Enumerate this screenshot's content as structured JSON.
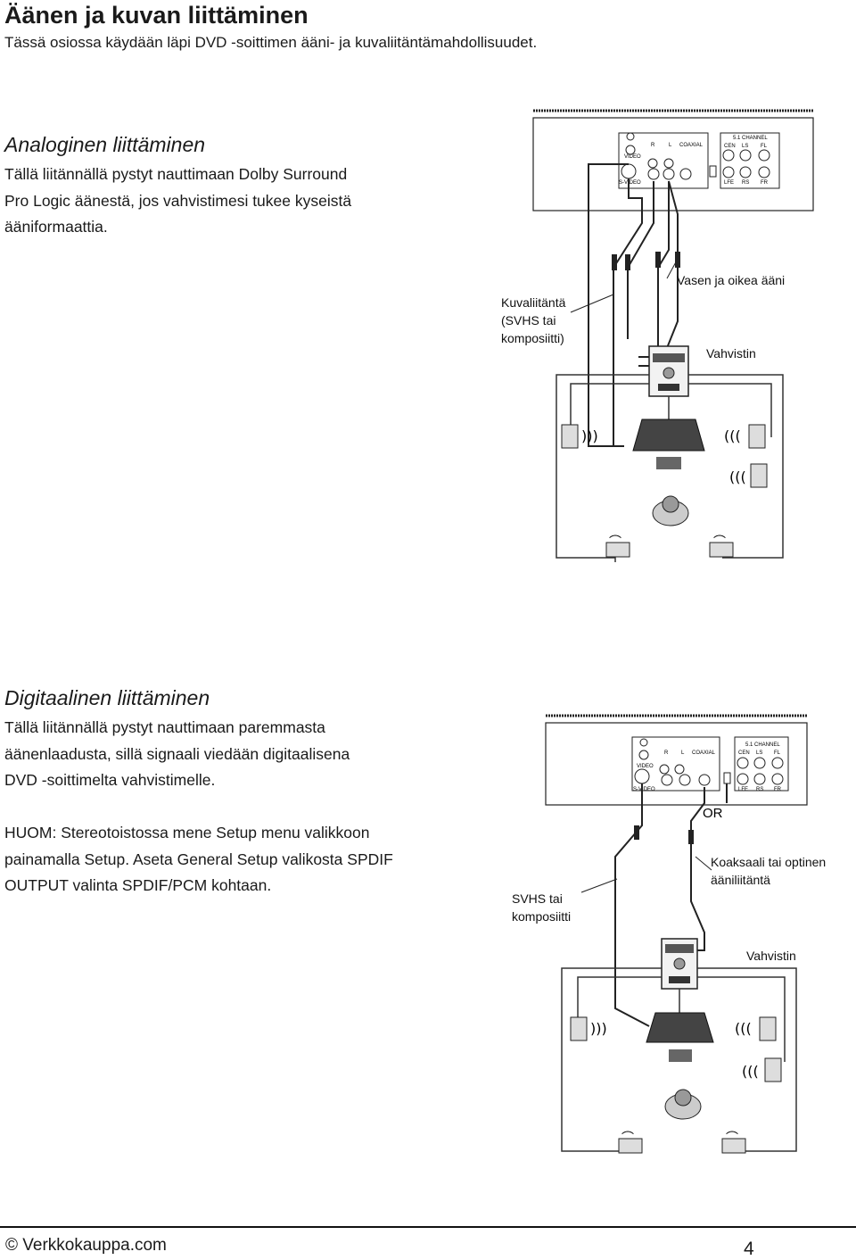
{
  "title": "Äänen ja kuvan liittäminen",
  "intro": "Tässä osiossa käydään läpi DVD -soittimen ääni- ja kuvaliitäntämahdollisuudet.",
  "analog": {
    "heading": "Analoginen liittäminen",
    "lines": [
      "Tällä liitännällä pystyt nauttimaan Dolby Surround",
      "Pro Logic äänestä, jos vahvistimesi tukee kyseistä",
      "ääniformaattia."
    ],
    "diagram": {
      "label_video": [
        "Kuvaliitäntä",
        "(SVHS tai",
        "komposiitti)"
      ],
      "label_audio": "Vasen ja oikea ääni",
      "label_amp": "Vahvistin",
      "panel": {
        "video": "VIDEO",
        "svideo": "S-VIDEO",
        "r": "R",
        "l": "L",
        "coaxial": "COAXIAL",
        "channel": "5.1 CHANNEL",
        "cen": "CEN",
        "ls": "LS",
        "fl": "FL",
        "lfe": "LFE",
        "rs": "RS",
        "fr": "FR"
      }
    }
  },
  "digital": {
    "heading": "Digitaalinen liittäminen",
    "lines": [
      "Tällä liitännällä pystyt nauttimaan paremmasta",
      "äänenlaadusta, sillä signaali viedään digitaalisena",
      "DVD -soittimelta vahvistimelle."
    ],
    "note_lines": [
      "HUOM: Stereotoistossa mene Setup menu valikkoon",
      "painamalla Setup. Aseta General Setup valikosta SPDIF",
      "OUTPUT valinta SPDIF/PCM kohtaan."
    ],
    "diagram": {
      "label_or": "OR",
      "label_video": [
        "SVHS tai",
        "komposiitti"
      ],
      "label_audio": [
        "Koaksaali tai optinen",
        "ääniliitäntä"
      ],
      "label_amp": "Vahvistin",
      "panel": {
        "video": "VIDEO",
        "svideo": "S-VIDEO",
        "r": "R",
        "l": "L",
        "coaxial": "COAXIAL",
        "channel": "5.1 CHANNEL",
        "cen": "CEN",
        "ls": "LS",
        "fl": "FL",
        "lfe": "LFE",
        "rs": "RS",
        "fr": "FR"
      }
    }
  },
  "footer": {
    "left": "© Verkkokauppa.com",
    "page": "4"
  }
}
